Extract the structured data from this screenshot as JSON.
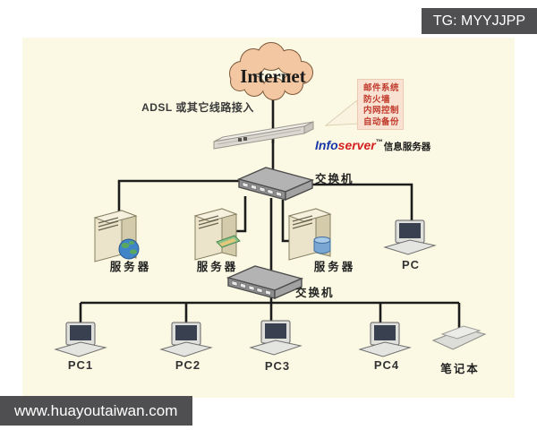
{
  "watermark": {
    "tg": "TG: MYYJJPP",
    "site": "www.huayoutaiwan.com"
  },
  "diagram": {
    "internet": "Internet",
    "adsl": "ADSL 或其它线路接入",
    "callout": [
      "邮件系统",
      "防火墙",
      "内网控制",
      "自动备份"
    ],
    "brand": {
      "blue": "Info",
      "red": "server",
      "tm": "™",
      "suffix": "信息服务器"
    },
    "switch1": "交换机",
    "switch2": "交换机",
    "servers": [
      "服务器",
      "服务器",
      "服务器"
    ],
    "pc": "PC",
    "pcs": [
      "PC1",
      "PC2",
      "PC3",
      "PC4"
    ],
    "laptop": "笔记本"
  },
  "colors": {
    "diagram_bg": "#fbf9e3",
    "bar_bg": "#4f4f51",
    "line": "#1c1c1c",
    "cloud_fill": "#f3c7a1",
    "cloud_stroke": "#7d5a3d",
    "brand_blue": "#1535a8",
    "brand_red": "#d42020",
    "callout_text": "#c0392b",
    "callout_bg": "#f9e2d2"
  },
  "icons": [
    "internet-cloud-icon",
    "rack-server-icon",
    "switch-icon",
    "tower-server-icon",
    "globe-icon",
    "nic-card-icon",
    "database-icon",
    "desktop-pc-icon",
    "laptop-icon"
  ]
}
